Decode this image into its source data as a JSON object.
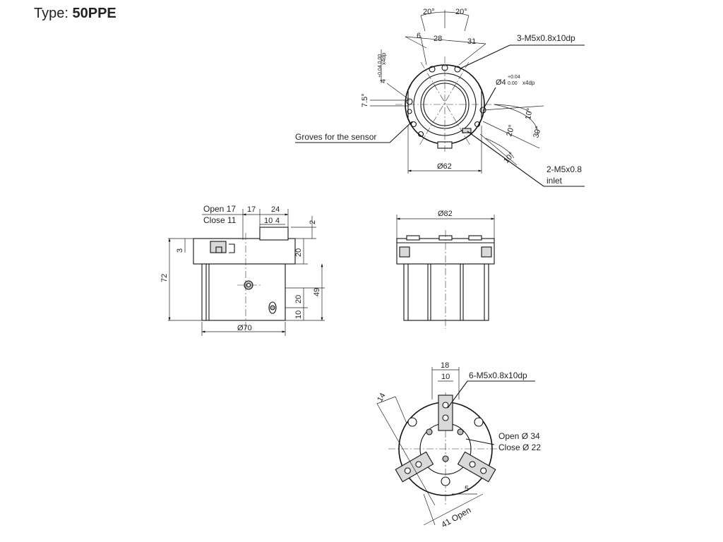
{
  "title": {
    "prefix": "Type:",
    "model": "50PPE"
  },
  "top_view": {
    "angle_left": "20°",
    "angle_right": "20°",
    "dim_6": "6",
    "dim_28": "28",
    "dim_31": "31",
    "hole_callout": "3-M5x0.8x10dp",
    "pin_hole_left_main": "4",
    "pin_hole_left_tol": "+0.04\n0.00",
    "pin_hole_left_depth": "x4dp",
    "pin_hole_right_main": "Ø4",
    "pin_hole_right_tol_upper": "+0.04",
    "pin_hole_right_tol_lower": "0.00",
    "pin_hole_right_depth": "x4dp",
    "angle_7_5": "7.5°",
    "angle_10_a": "10°",
    "angle_30": "30°",
    "angle_20": "20°",
    "angle_10_b": "10°",
    "sensor_label": "Groves for the sensor",
    "diameter": "Ø62",
    "inlet_line1": "2-M5x0.8",
    "inlet_line2": "inlet"
  },
  "side_view": {
    "open_label": "Open 17",
    "close_label": "Close 11",
    "dim_17": "17",
    "dim_24": "24",
    "dim_10": "10",
    "dim_4": "4",
    "dim_2": "2",
    "dim_3": "3",
    "dim_20_top": "20",
    "dim_72": "72",
    "dim_49": "49",
    "dim_20_mid": "20",
    "dim_10_bot": "10",
    "diameter": "Ø70"
  },
  "front_view": {
    "diameter": "Ø82"
  },
  "bottom_view": {
    "dim_18": "18",
    "dim_10": "10",
    "hole_callout": "6-M5x0.8x10dp",
    "dim_14": "14",
    "open_dia": "Open Ø 34",
    "close_dia": "Close Ø 22",
    "dim_5": "5",
    "open_stroke": "41 Open"
  }
}
